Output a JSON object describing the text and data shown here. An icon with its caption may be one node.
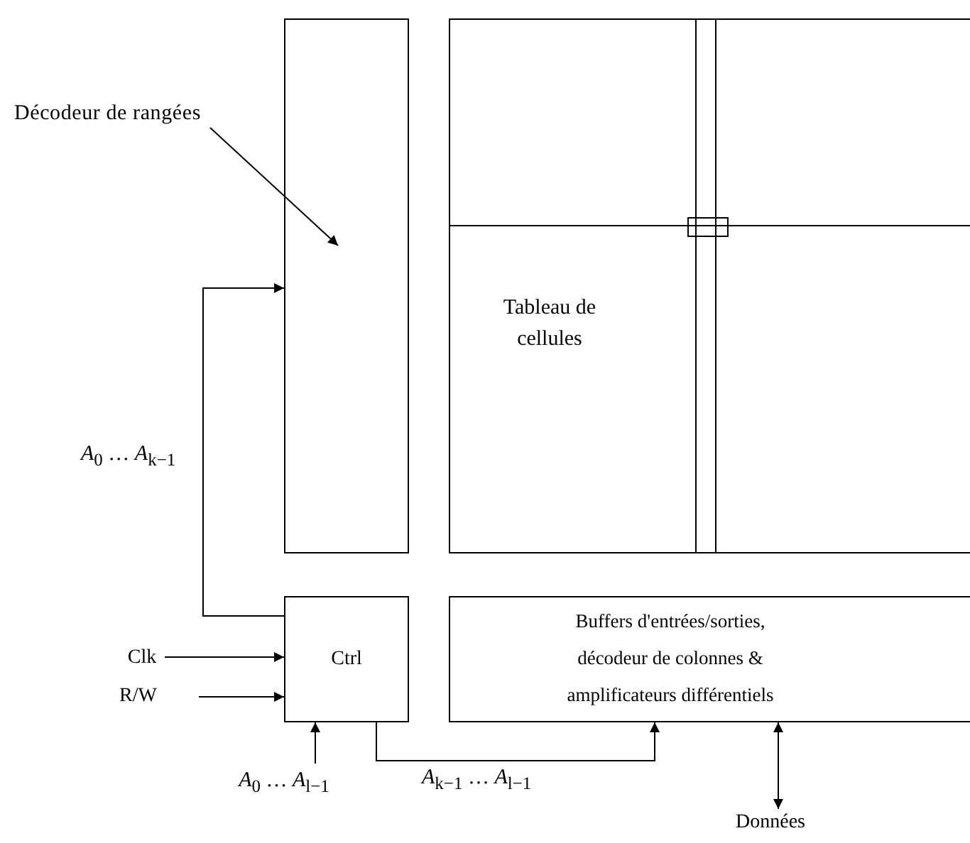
{
  "diagram": {
    "nodes": [
      {
        "text": [
          "Décodeur de rangées"
        ]
      },
      {
        "text": [],
        "shape": "box"
      },
      {
        "text": [
          "Tableau de cellules"
        ]
      },
      {
        "text": [],
        "shape": "box",
        "in": 2
      },
      {
        "text": [
          "Ctrl"
        ]
      },
      {
        "text": [
          "Buffers d'entrées/sorties, décodeur de colonnes & amplificateurs différentiels"
        ]
      },
      {
        "text": [
          "Clk"
        ]
      },
      {
        "text": [
          "R/W"
        ]
      },
      {
        "text": [
          "*A*$_{0}$ … *A*$_{l−1}$"
        ]
      },
      {
        "text": [
          "Données"
        ]
      }
    ],
    "edges": [
      {
        "from": 0,
        "to": 1,
        "arrow": "to"
      },
      {
        "from": 4,
        "to": 1,
        "arrow": "to",
        "label": "*A*$_{0}$ … *A*$_{k−1}$"
      },
      {
        "from": 6,
        "to": 4,
        "arrow": "to"
      },
      {
        "from": 7,
        "to": 4,
        "arrow": "to"
      },
      {
        "from": 8,
        "to": 4,
        "arrow": "to"
      },
      {
        "from": 4,
        "to": 5,
        "arrow": "to",
        "label": "*A*$_{k−1}$ … *A*$_{l−1}$"
      },
      {
        "from": 5,
        "to": 9,
        "arrow": "both"
      }
    ]
  }
}
